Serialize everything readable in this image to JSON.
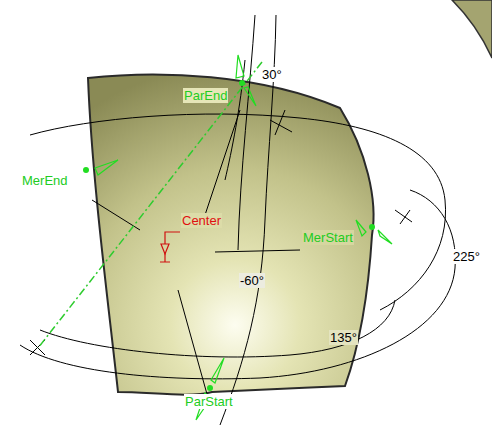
{
  "diagram": {
    "labels": [
      "30°",
      "ParEnd",
      "MerEnd",
      "Center",
      "MerStart",
      "225°",
      "-60°",
      "135°",
      "ParStart"
    ]
  }
}
